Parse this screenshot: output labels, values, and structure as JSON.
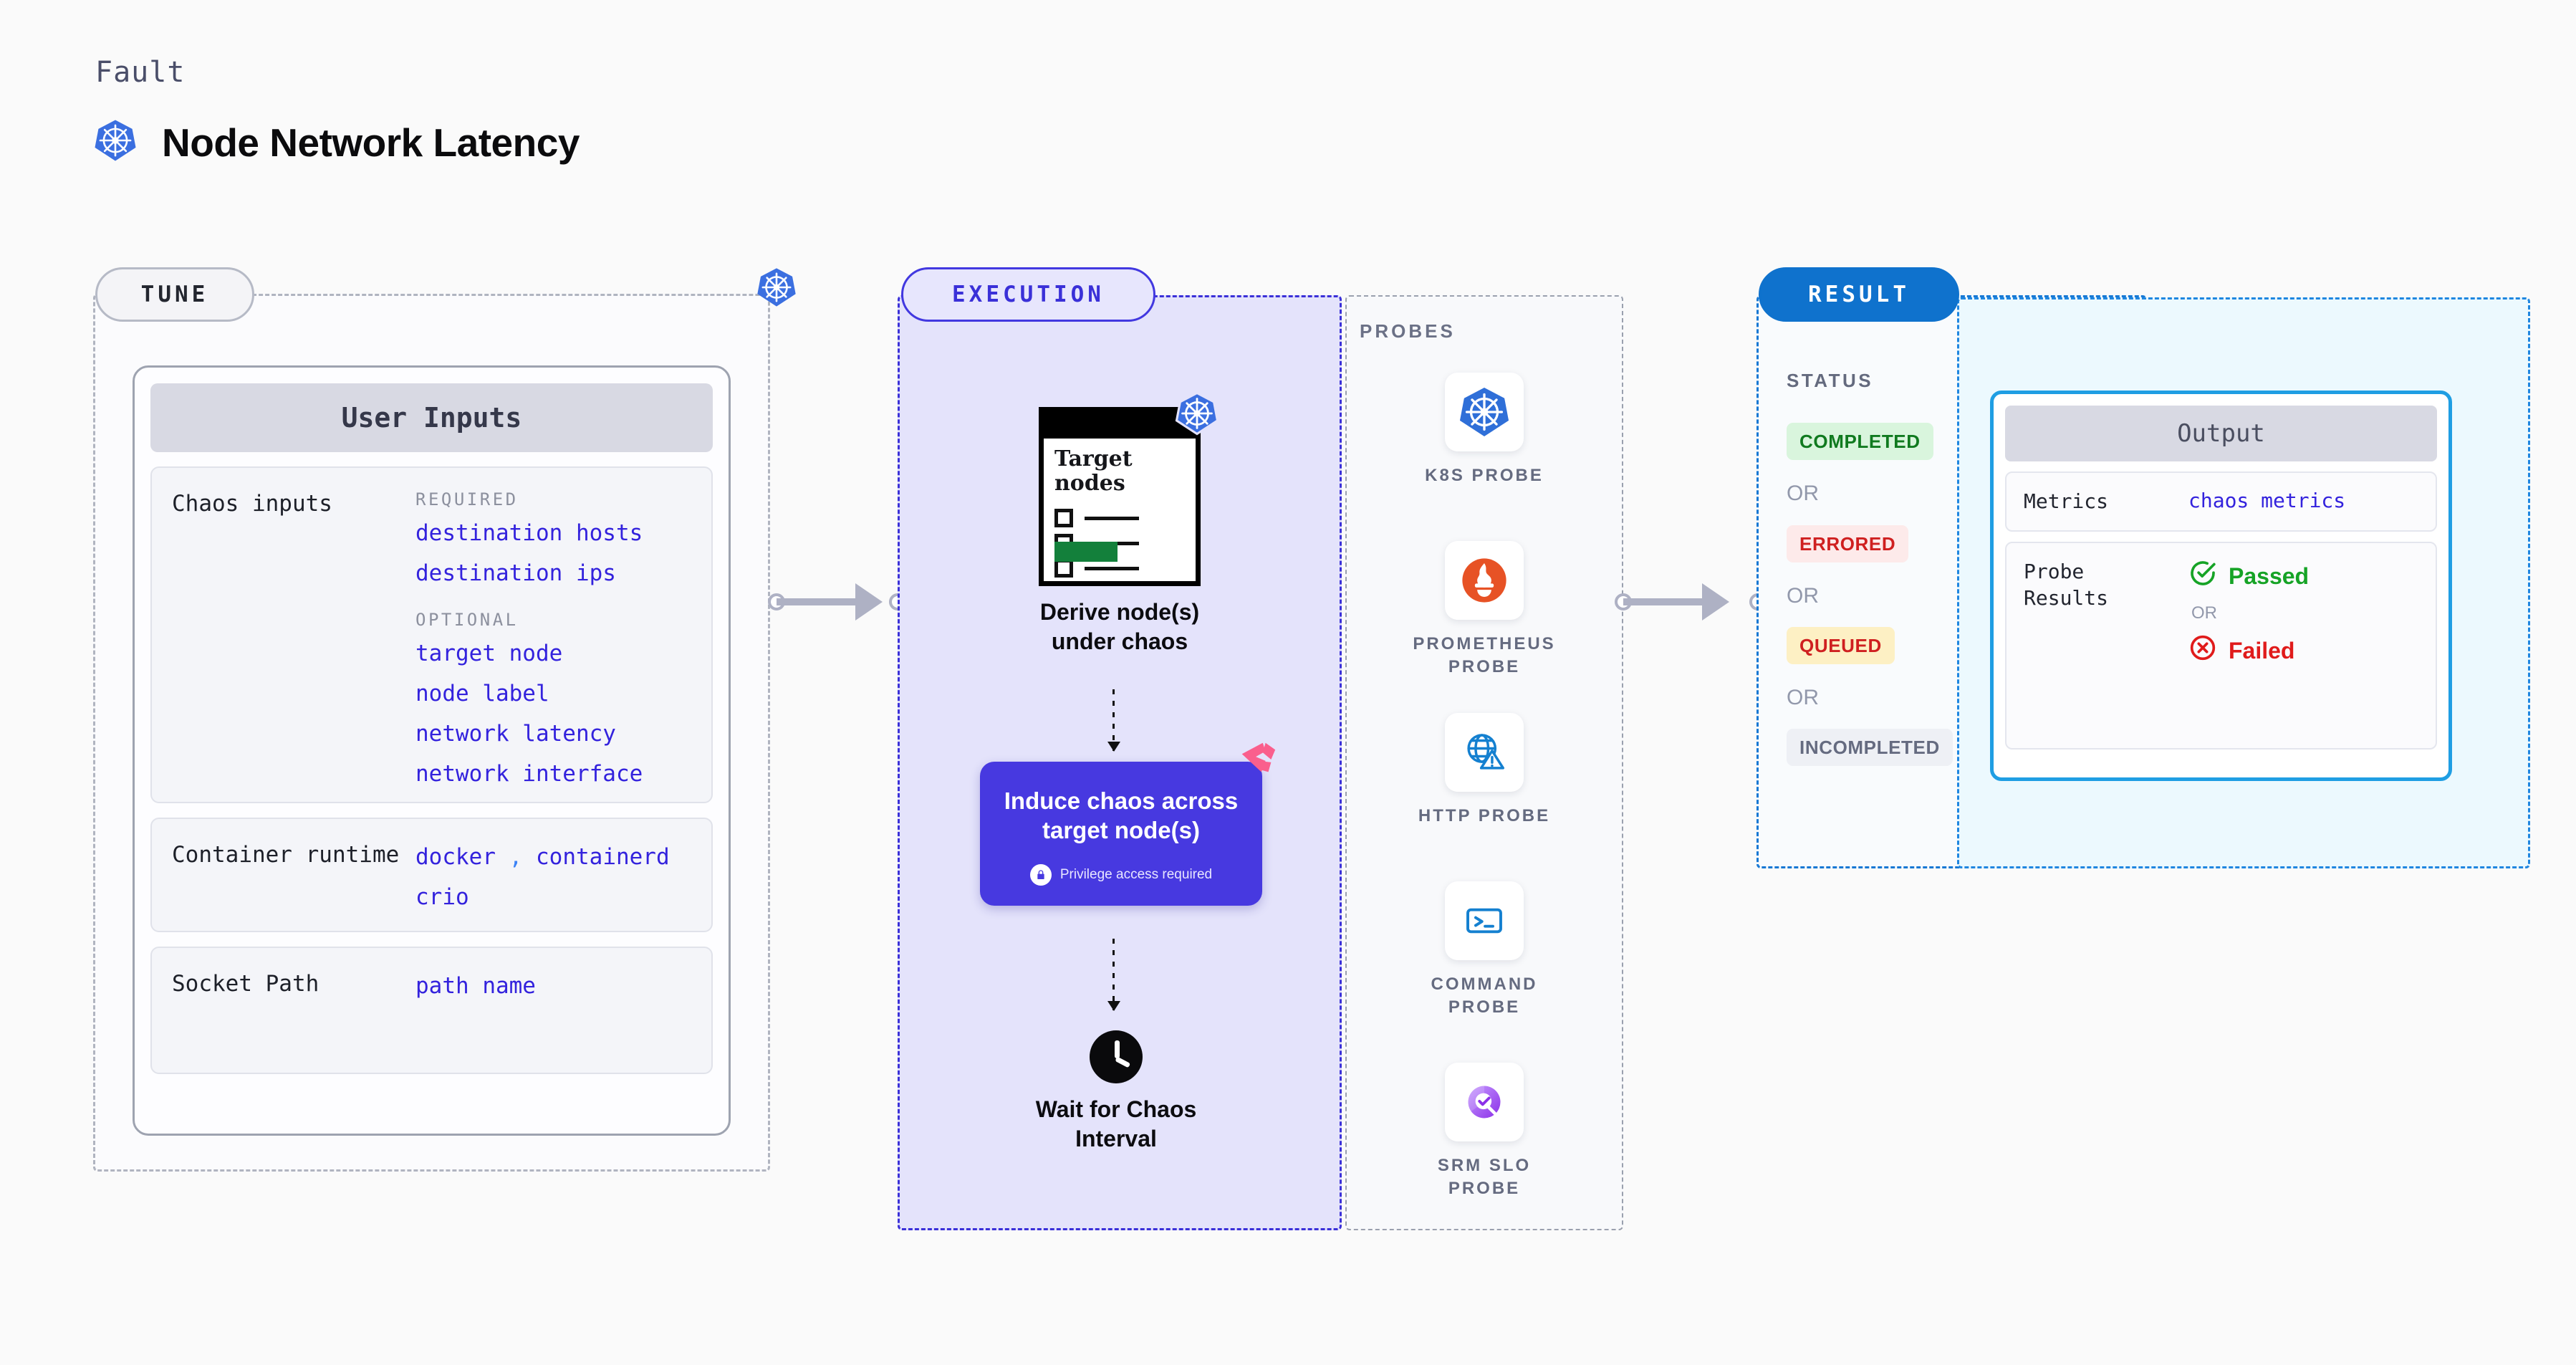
{
  "header": {
    "kicker": "Fault",
    "title": "Node Network Latency",
    "icon": "kubernetes-icon"
  },
  "tune": {
    "pill_label": "TUNE",
    "badge_icon": "kubernetes-icon",
    "card_title": "User Inputs",
    "rows": [
      {
        "label": "Chaos inputs",
        "groups": [
          {
            "title": "REQUIRED",
            "values": [
              "destination hosts",
              "destination ips"
            ]
          },
          {
            "title": "OPTIONAL",
            "values": [
              "target node",
              "node label",
              "network latency",
              "network interface"
            ]
          }
        ]
      },
      {
        "label": "Container runtime",
        "values_line1": "docker",
        "separator": ",",
        "values_line1b": "containerd",
        "values_line2": "crio"
      },
      {
        "label": "Socket Path",
        "value": "path name"
      }
    ]
  },
  "execution": {
    "pill_label": "EXECUTION",
    "nodes": [
      {
        "icon": "target-nodes-document-icon",
        "doc_title_line1": "Target",
        "doc_title_line2": "nodes",
        "badge_icon": "kubernetes-icon",
        "caption_line1": "Derive node(s)",
        "caption_line2": "under chaos"
      },
      {
        "icon": "litmus-chaos-icon",
        "title_line1": "Induce chaos across",
        "title_line2": "target node(s)",
        "note": "Privilege access required",
        "note_icon": "lock-icon",
        "box_color": "#4739e0"
      },
      {
        "icon": "clock-icon",
        "caption_line1": "Wait for Chaos",
        "caption_line2": "Interval"
      }
    ]
  },
  "probes": {
    "title": "PROBES",
    "items": [
      {
        "icon": "kubernetes-icon",
        "label_line1": "K8S PROBE",
        "label_line2": ""
      },
      {
        "icon": "prometheus-icon",
        "label_line1": "PROMETHEUS",
        "label_line2": "PROBE"
      },
      {
        "icon": "http-globe-icon",
        "label_line1": "HTTP PROBE",
        "label_line2": ""
      },
      {
        "icon": "terminal-icon",
        "label_line1": "COMMAND",
        "label_line2": "PROBE"
      },
      {
        "icon": "srm-slo-icon",
        "label_line1": "SRM SLO",
        "label_line2": "PROBE"
      }
    ]
  },
  "result": {
    "pill_label": "RESULT",
    "status_title": "STATUS",
    "or_label": "OR",
    "statuses": [
      {
        "label": "COMPLETED",
        "bg": "#d9f5dd",
        "fg": "#107a1f"
      },
      {
        "label": "ERRORED",
        "bg": "#fdeaea",
        "fg": "#cf2020"
      },
      {
        "label": "QUEUED",
        "bg": "#fdf0c4",
        "fg": "#cf2020"
      },
      {
        "label": "INCOMPLETED",
        "bg": "#eef0f5",
        "fg": "#656b80"
      }
    ]
  },
  "output": {
    "card_title": "Output",
    "metrics_label": "Metrics",
    "metrics_value": "chaos metrics",
    "probe_results_label": "Probe Results",
    "passed_label": "Passed",
    "passed_icon": "check-circle-icon",
    "passed_color": "#16a326",
    "or_label": "OR",
    "failed_label": "Failed",
    "failed_icon": "x-circle-icon",
    "failed_color": "#e01b1b"
  },
  "connectors": [
    {
      "name": "tune-to-execution"
    },
    {
      "name": "execution-to-result"
    }
  ]
}
